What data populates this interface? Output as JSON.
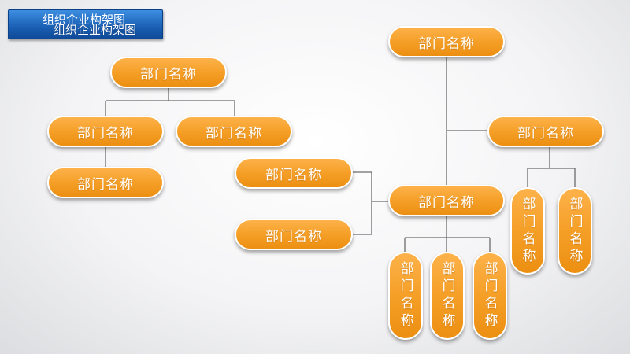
{
  "title": {
    "main": "组织企业构架图",
    "overlay": "组织企业构架图"
  },
  "nodes": {
    "left_root": "部门名称",
    "left_child_a": "部门名称",
    "left_child_b": "部门名称",
    "left_grandchild": "部门名称",
    "right_root": "部门名称",
    "right_branch": "部门名称",
    "right_branch_sub_1": "部门名称",
    "right_branch_sub_2": "部门名称",
    "center_hub": "部门名称",
    "center_left_a": "部门名称",
    "center_left_b": "部门名称",
    "center_sub_1": "部门名称",
    "center_sub_2": "部门名称",
    "center_sub_3": "部门名称"
  },
  "colors": {
    "node_fill": "#f59f27",
    "connector": "#6b6b6b",
    "title_bar": "#1a5fb4"
  }
}
